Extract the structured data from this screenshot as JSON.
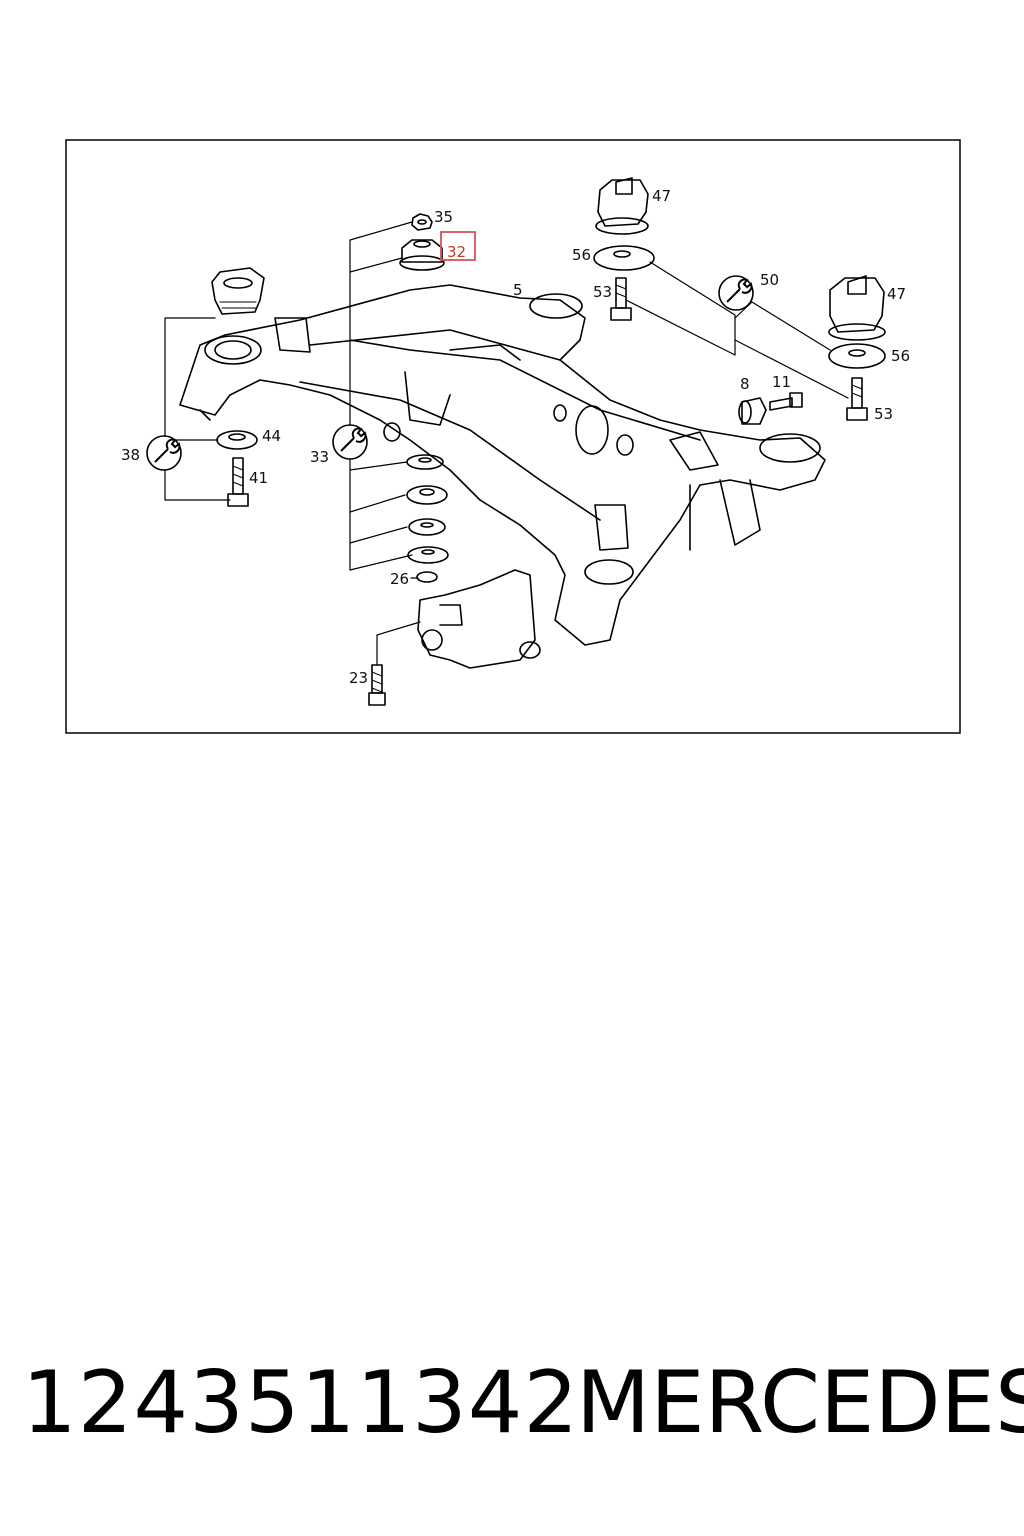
{
  "diagram": {
    "callouts": {
      "c5": "5",
      "c8": "8",
      "c11": "11",
      "c23": "23",
      "c26": "26",
      "c32": "32",
      "c33": "33",
      "c35": "35",
      "c38": "38",
      "c41": "41",
      "c44": "44",
      "c47a": "47",
      "c47b": "47",
      "c50": "50",
      "c53a": "53",
      "c53b": "53",
      "c56a": "56",
      "c56b": "56"
    },
    "highlighted_callout": "32",
    "highlight_color": "#d9534f"
  },
  "footer": {
    "part_number": "1243511342",
    "brand": "MERCEDES"
  }
}
